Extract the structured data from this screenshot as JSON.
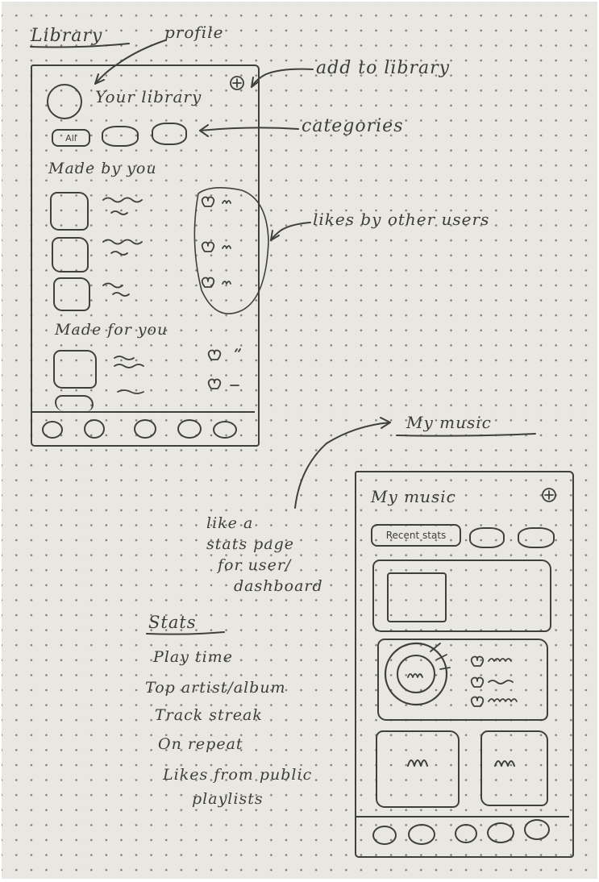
{
  "library": {
    "title": "Library",
    "profile_note": "profile",
    "header": "Your library",
    "add_icon": "plus-circle-icon",
    "add_note": "add to library",
    "chip_all": "All",
    "categories_note": "categories",
    "made_by_you": "Made by you",
    "likes_note": "likes by other users",
    "made_for_you": "Made for you"
  },
  "my_music": {
    "title": "My music",
    "header": "My music",
    "add_icon": "plus-circle-icon",
    "chip_recent": "Recent stats",
    "note_lines": [
      "like a",
      "stats page",
      "for user/",
      "dashboard"
    ]
  },
  "stats": {
    "title": "Stats",
    "items": [
      "Play time",
      "Top artist/album",
      "Track streak",
      "On repeat",
      "Likes from public",
      "playlists"
    ]
  }
}
